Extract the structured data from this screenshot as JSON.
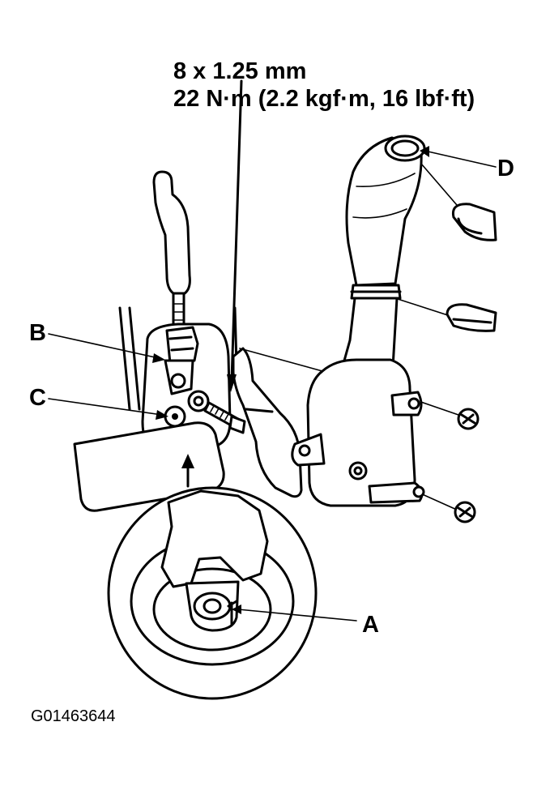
{
  "spec": {
    "bolt_size": "8 x 1.25 mm",
    "torque": "22 N·m (2.2 kgf·m, 16 lbf·ft)"
  },
  "callouts": {
    "a": "A",
    "b": "B",
    "c": "C",
    "d": "D"
  },
  "figure_id": "G01463644"
}
